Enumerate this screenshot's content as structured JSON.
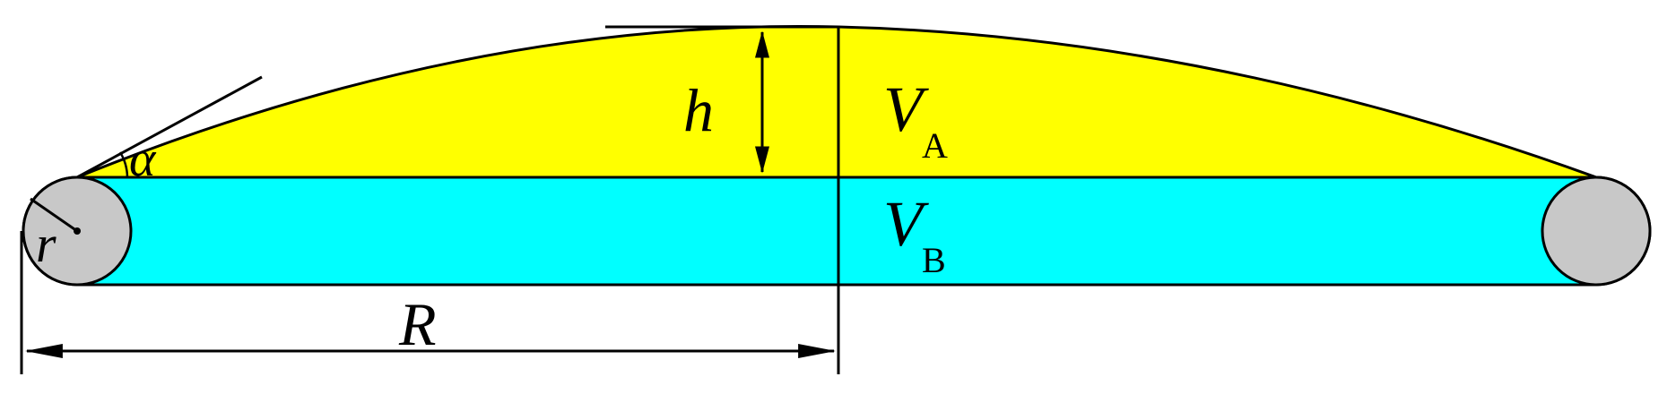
{
  "diagram": {
    "labels": {
      "h": "h",
      "alpha": "α",
      "r": "r",
      "R": "R",
      "VA_main": "V",
      "VA_sub": "A",
      "VB_main": "V",
      "VB_sub": "B"
    },
    "colors": {
      "region_a": "#ffff00",
      "region_b": "#00ffff",
      "roller": "#c8c8c8",
      "stroke": "#000000"
    }
  }
}
